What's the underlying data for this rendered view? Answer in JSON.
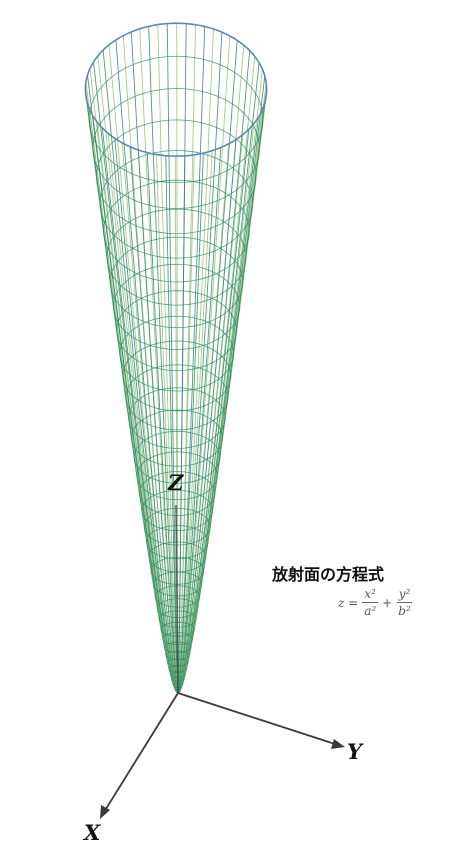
{
  "axes": {
    "x_label": "X",
    "y_label": "Y",
    "z_label": "Z"
  },
  "surface": {
    "mesh_color": "#2f8a6a",
    "mesh_highlight": "#8fc27a",
    "rim_color": "#5b86b0"
  },
  "equation": {
    "heading": "放射面の方程式",
    "lhs": "z =",
    "frac1_num": "x²",
    "frac1_den": "a²",
    "plus": "+",
    "frac2_num": "y²",
    "frac2_den": "b²"
  }
}
